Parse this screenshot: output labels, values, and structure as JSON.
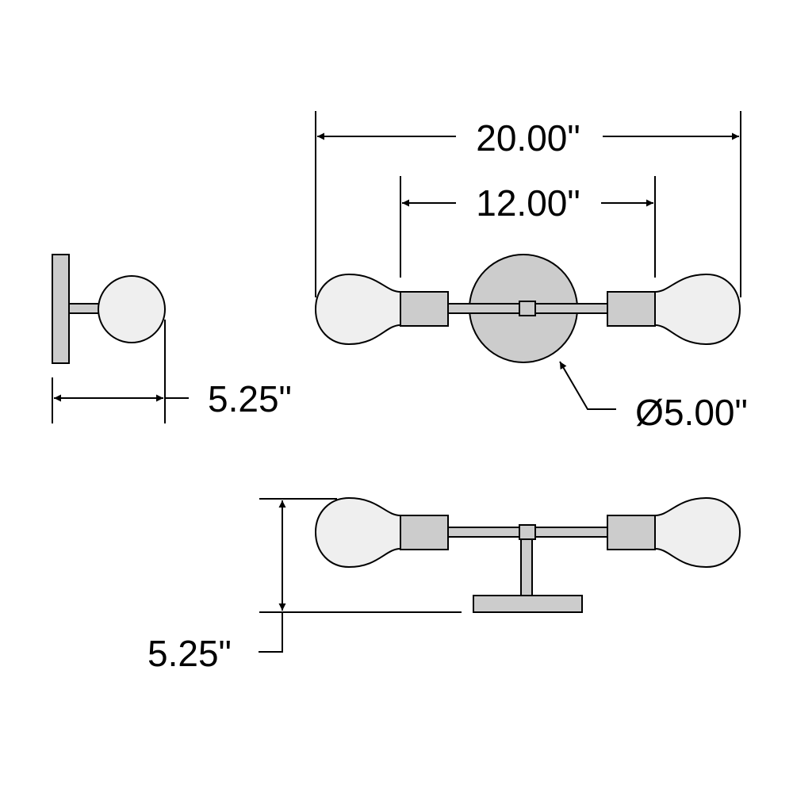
{
  "colors": {
    "stroke": "#000000",
    "bulb_fill": "#efefef",
    "part_fill": "#cccccc",
    "background": "#ffffff"
  },
  "dimensions": {
    "overall_width": "20.00\"",
    "bulb_spacing": "12.00\"",
    "canopy_diameter": "Ø5.00\"",
    "side_depth": "5.25\"",
    "top_depth": "5.25\""
  }
}
